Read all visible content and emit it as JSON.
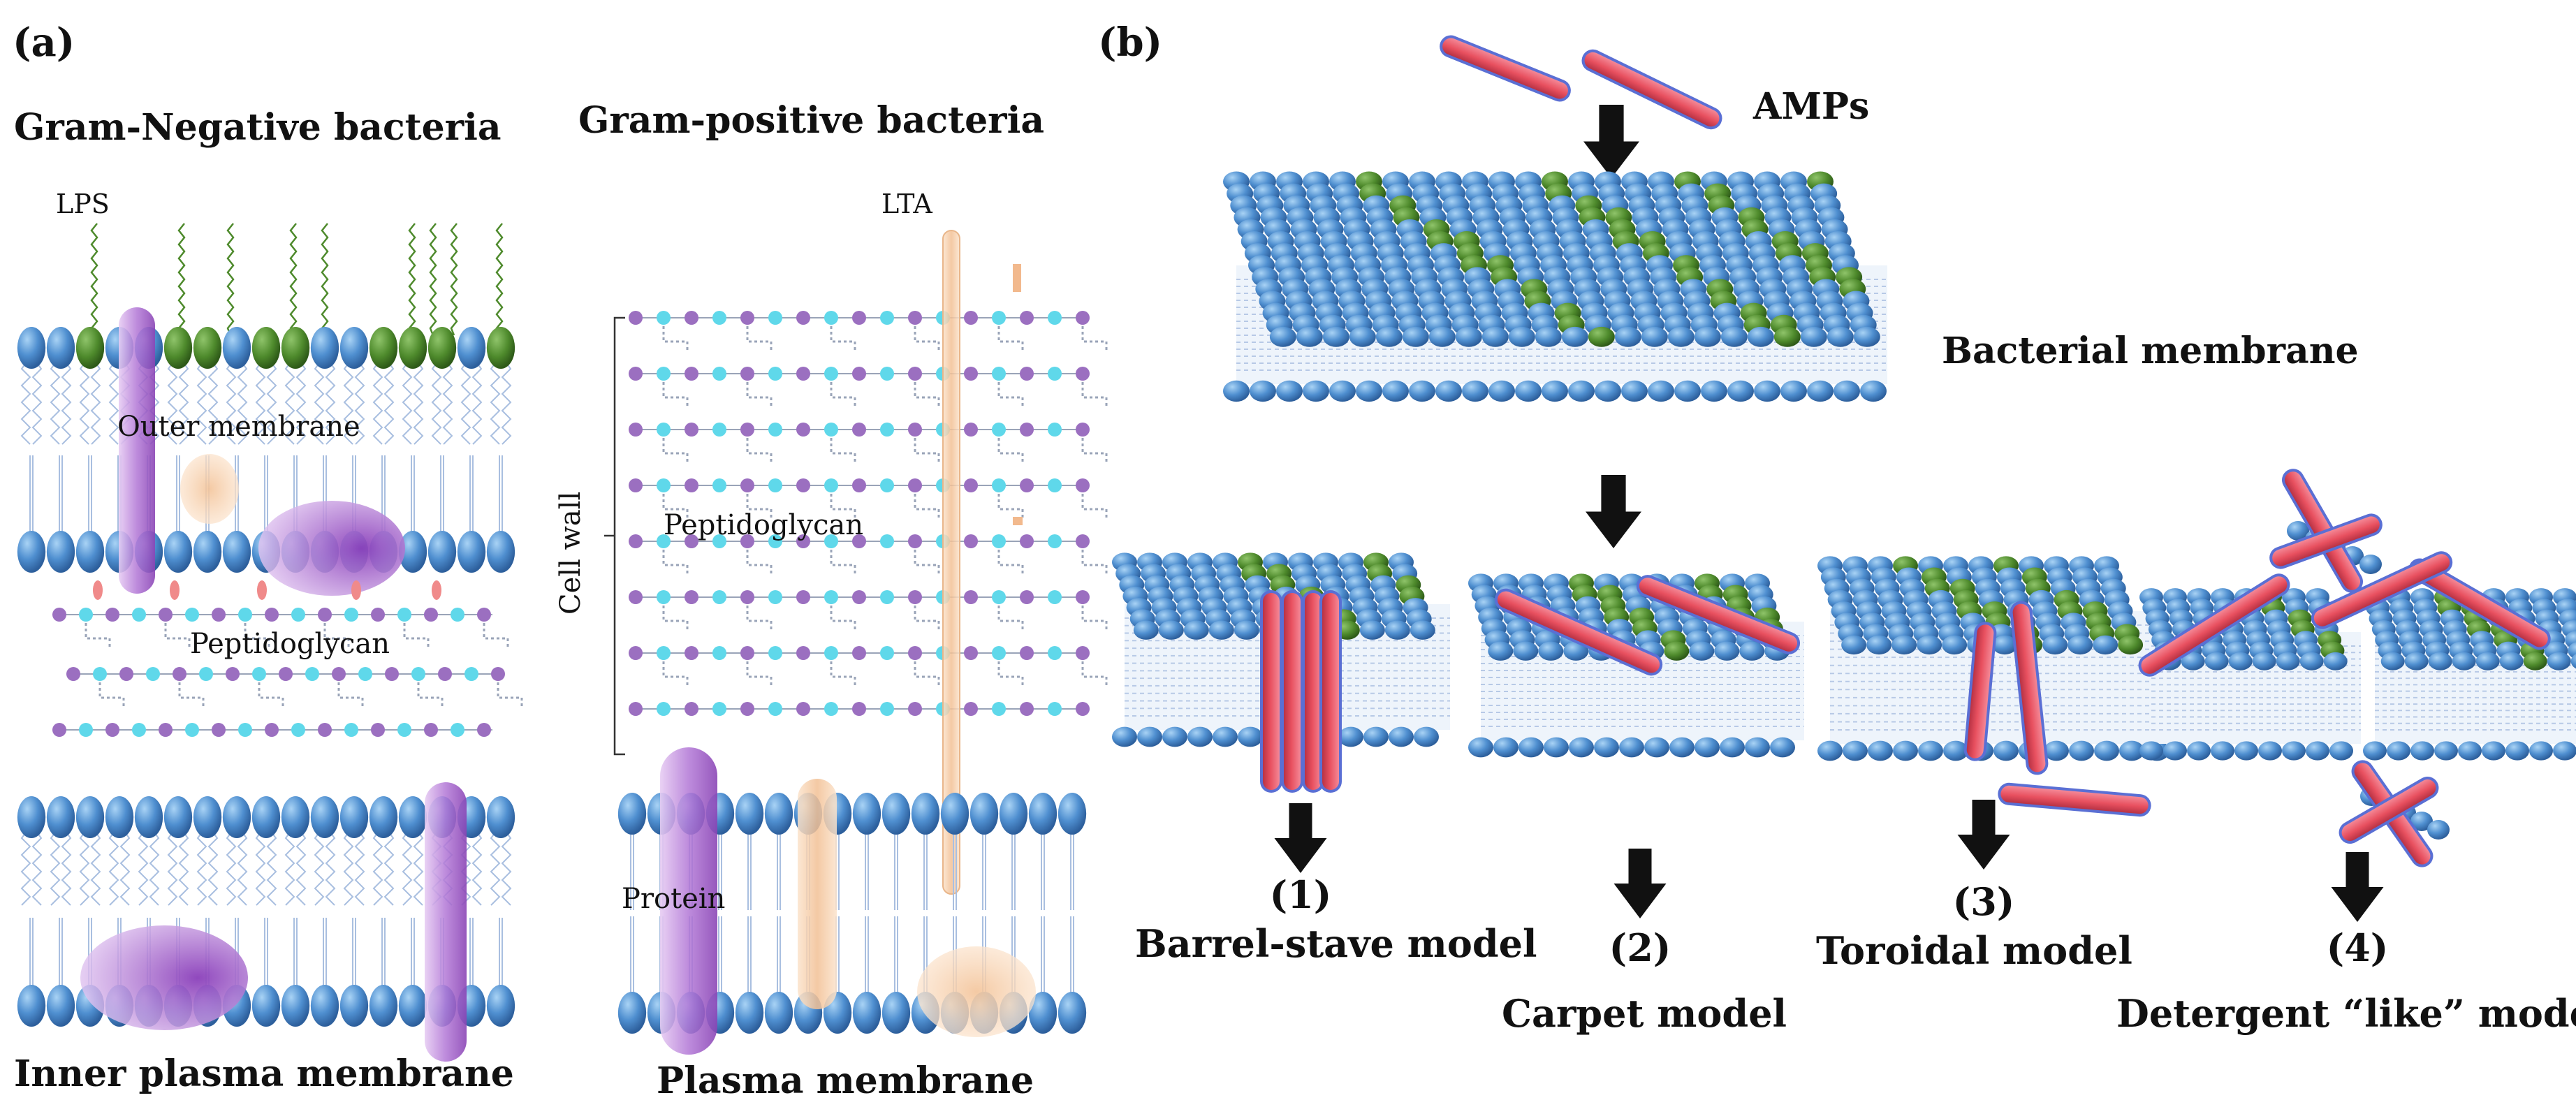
{
  "panel_a": {
    "label": "(a)",
    "gram_negative": {
      "title": "Gram-Negative bacteria",
      "lps": "LPS",
      "outer_membrane": "Outer membrane",
      "peptidoglycan": "Peptidoglycan",
      "inner_membrane": "Inner plasma membrane"
    },
    "gram_positive": {
      "title": "Gram-positive bacteria",
      "lta": "LTA",
      "cell_wall": "Cell wall",
      "peptidoglycan": "Peptidoglycan",
      "protein": "Protein",
      "plasma_membrane": "Plasma membrane"
    }
  },
  "panel_b": {
    "label": "(b)",
    "amps": "AMPs",
    "bacterial_membrane": "Bacterial membrane",
    "models": [
      {
        "number": "(1)",
        "name": "Barrel-stave model"
      },
      {
        "number": "(2)",
        "name": "Carpet model"
      },
      {
        "number": "(3)",
        "name": "Toroidal model"
      },
      {
        "number": "(4)",
        "name": "Detergent “like” model"
      }
    ]
  },
  "colors": {
    "lipid_head": "#4f8fd0",
    "lipid_head_light": "#8fc1ee",
    "lipid_tail": "#a9bfe0",
    "lps_green": "#4e8a2c",
    "amp_red": "#e8505f",
    "amp_blue": "#5a6fd4",
    "protein_purple": "#a566c9",
    "protein_peach": "#f5c9a0",
    "pg_cyan": "#5fd8ea",
    "pg_purple": "#9b6fc0",
    "arrow": "#111111"
  }
}
